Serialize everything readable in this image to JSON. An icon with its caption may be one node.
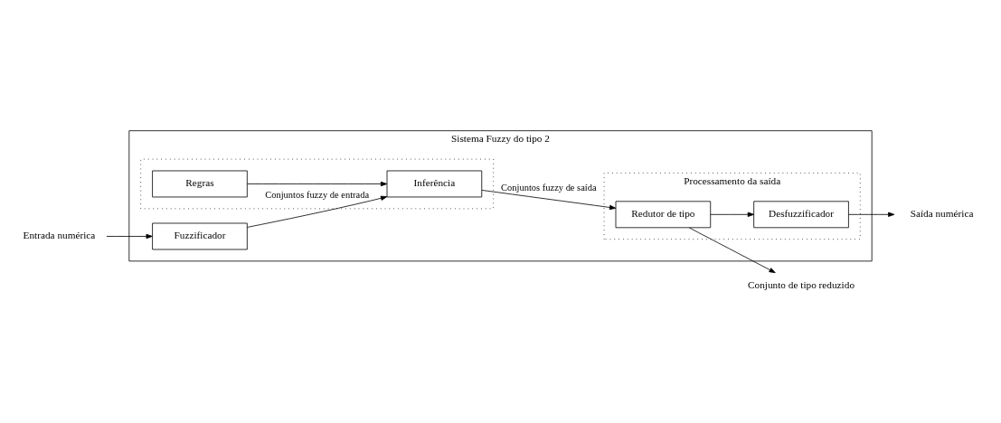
{
  "diagram": {
    "nodes": [
      {
        "text": [
          "Sistema Fuzzy do tipo 2"
        ]
      },
      {
        "text": [
          "Entrada numérica"
        ]
      },
      {
        "text": [
          "Fuzzificador"
        ],
        "in": 0
      },
      {
        "text": [],
        "shape": "box",
        "in": 0
      },
      {
        "text": [
          "Regras"
        ],
        "in": 3
      },
      {
        "text": [
          "Inferência"
        ],
        "in": 3
      },
      {
        "text": [
          "Processamento da saída"
        ],
        "in": 0
      },
      {
        "text": [
          "Desfuzzificador"
        ],
        "in": 6
      },
      {
        "text": [
          "Redutor de tipo"
        ],
        "in": 6
      },
      {
        "text": [
          "Saída numérica"
        ]
      },
      {
        "text": [
          "Conjunto de tipo reduzido"
        ]
      }
    ],
    "edges": [
      {
        "from": 1,
        "to": 2,
        "arrow": "to"
      },
      {
        "from": 2,
        "to": 5,
        "arrow": "to",
        "label": "Conjuntos fuzzy de entrada"
      },
      {
        "from": 4,
        "to": 5,
        "arrow": "to"
      },
      {
        "from": 5,
        "to": 8,
        "arrow": "to",
        "label": "Conjuntos fuzzy de saída"
      },
      {
        "from": 8,
        "to": 7,
        "arrow": "to"
      },
      {
        "from": 7,
        "to": 9,
        "arrow": "to"
      },
      {
        "from": 8,
        "to": 10,
        "arrow": "to"
      }
    ]
  }
}
